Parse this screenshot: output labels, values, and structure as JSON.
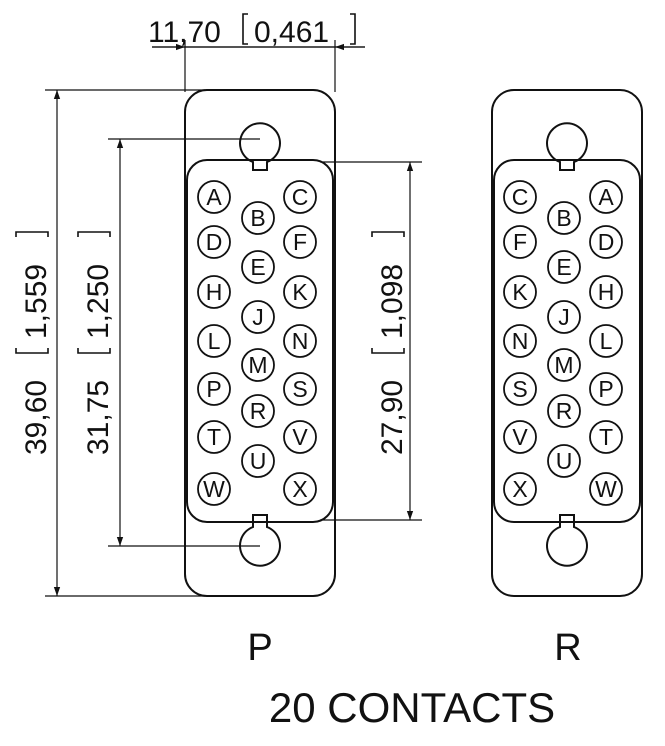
{
  "dimensions": {
    "width": {
      "metric": "11,70",
      "imperial": "0,461"
    },
    "overall_height": {
      "metric": "39,60",
      "imperial": "1,559"
    },
    "mount_hole_spacing": {
      "metric": "31,75",
      "imperial": "1,250"
    },
    "insert_height": {
      "metric": "27,90",
      "imperial": "1,098"
    }
  },
  "views": [
    {
      "label": "P",
      "pins": [
        "A",
        "C",
        "B",
        "D",
        "F",
        "E",
        "H",
        "K",
        "J",
        "L",
        "N",
        "M",
        "P",
        "S",
        "R",
        "T",
        "V",
        "U",
        "W",
        "X"
      ]
    },
    {
      "label": "R",
      "pins": [
        "C",
        "A",
        "B",
        "F",
        "D",
        "E",
        "K",
        "H",
        "J",
        "N",
        "L",
        "M",
        "S",
        "P",
        "R",
        "V",
        "T",
        "U",
        "X",
        "W"
      ]
    }
  ],
  "caption": "20 CONTACTS"
}
